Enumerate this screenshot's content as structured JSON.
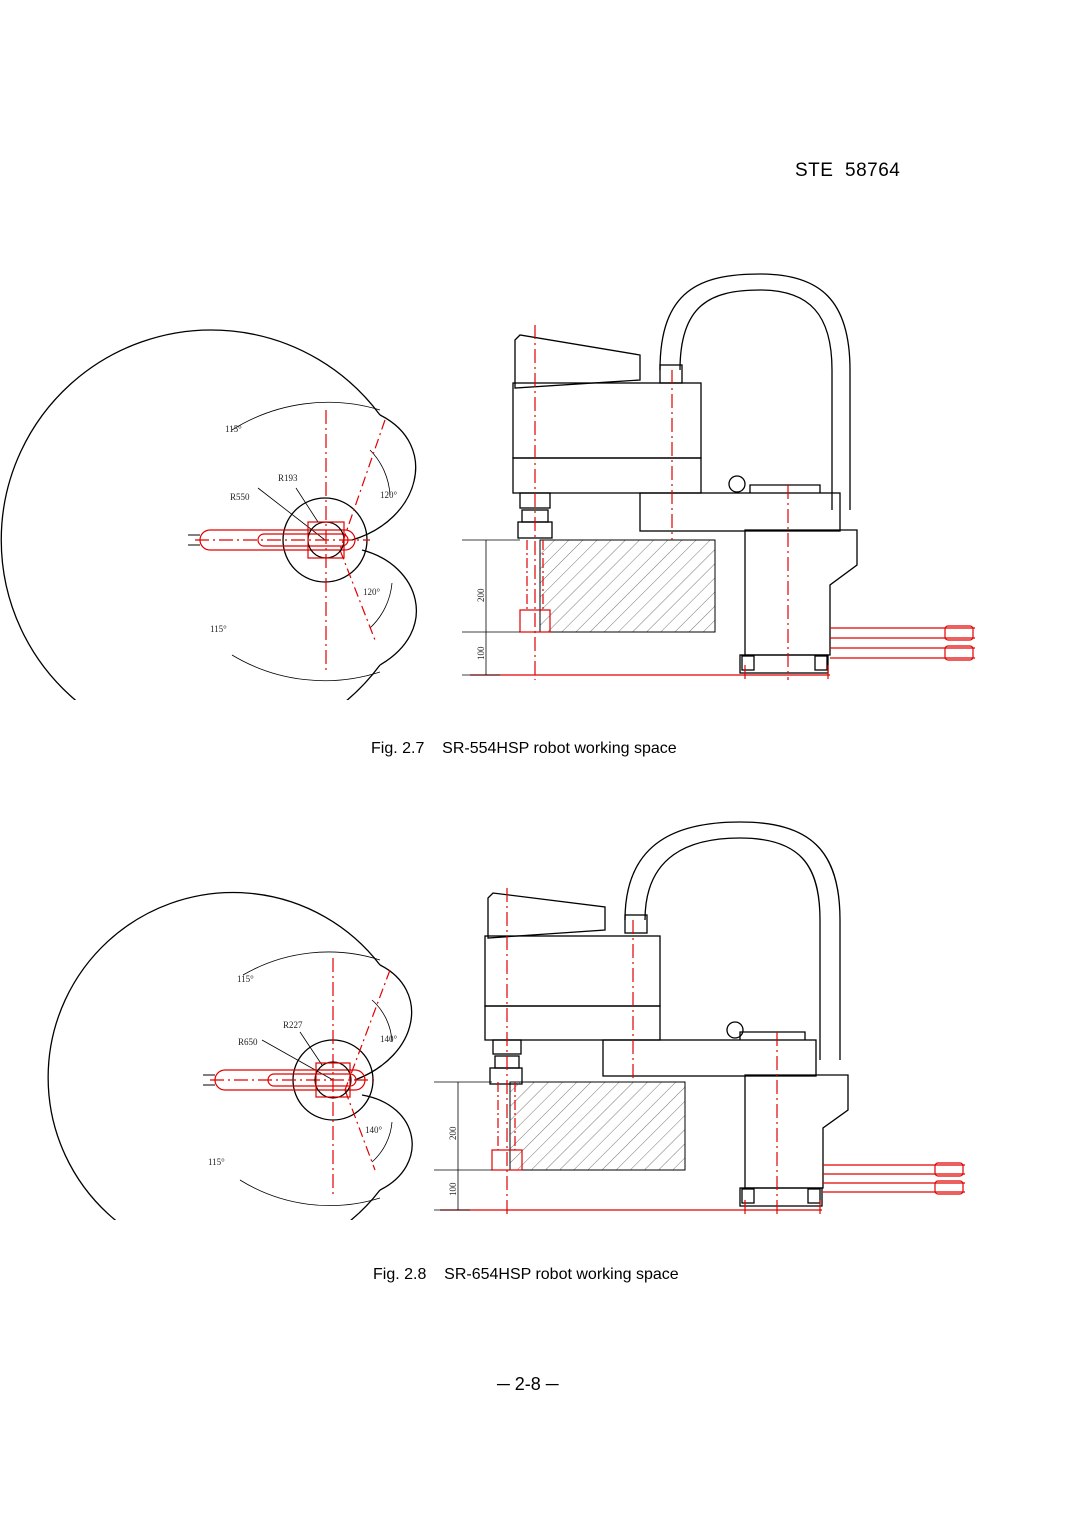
{
  "document": {
    "doc_id": "STE  58764",
    "page_number": "─ 2-8 ─",
    "colors": {
      "ink": "#000000",
      "red": "#e00000"
    }
  },
  "figure1": {
    "caption": "Fig. 2.7    SR-554HSP robot working space",
    "angle_top": "115°",
    "angle_bottom": "115°",
    "angle_right_top": "120°",
    "angle_right_bottom": "120°",
    "radius_inner": "R193",
    "radius_outer": "R550",
    "dim_stroke": "200",
    "dim_base": "100"
  },
  "figure2": {
    "caption": "Fig. 2.8    SR-654HSP robot working space",
    "angle_top": "115°",
    "angle_bottom": "115°",
    "angle_right_top": "140°",
    "angle_right_bottom": "140°",
    "radius_inner": "R227",
    "radius_outer": "R650",
    "dim_stroke": "200",
    "dim_base": "100"
  }
}
